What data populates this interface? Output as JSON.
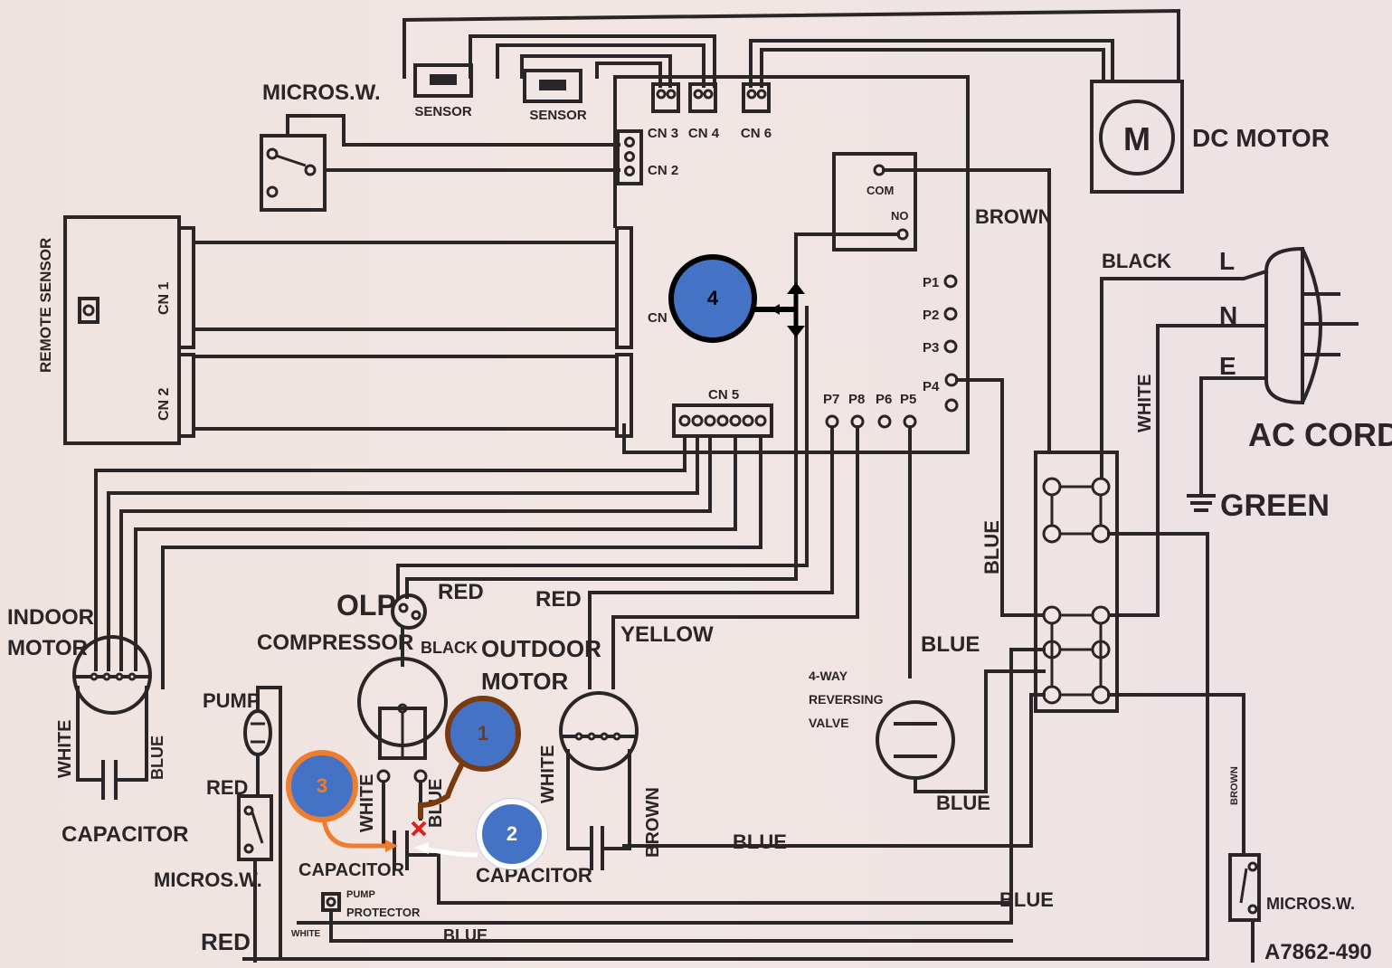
{
  "colors": {
    "paper": "#efe3df",
    "ink": "#2a2526",
    "marker_fill": "#4472c4",
    "marker_brown": "#7a3a10",
    "marker_orange": "#ed7d31",
    "marker_white": "#ffffff",
    "marker_black": "#000000",
    "x_red": "#e02020"
  },
  "labels": {
    "micros_sw_top": "MICROS.W.",
    "sensor1": "SENSOR",
    "sensor2": "SENSOR",
    "cn3": "CN 3",
    "cn4": "CN 4",
    "cn6": "CN 6",
    "cn2_top": "CN 2",
    "dc_motor_m": "M",
    "dc_motor": "DC MOTOR",
    "com": "COM",
    "no": "NO",
    "brown_top": "BROWN",
    "black_top": "BLACK",
    "l": "L",
    "n": "N",
    "e": "E",
    "white_v": "WHITE",
    "ac_cord": "AC CORD",
    "green": "GREEN",
    "remote_sensor": "REMOTE SENSOR",
    "cn1_left": "CN 1",
    "cn2_left": "CN 2",
    "cn_mid": "CN",
    "p1": "P1",
    "p2": "P2",
    "p3": "P3",
    "p4": "P4",
    "cn5": "CN 5",
    "p7": "P7",
    "p8": "P8",
    "p6": "P6",
    "p5": "P5",
    "blue_v": "BLUE",
    "indoor_motor_1": "INDOOR",
    "indoor_motor_2": "MOTOR",
    "olp": "OLP",
    "red1": "RED",
    "red2": "RED",
    "compressor": "COMPRESSOR",
    "black_comp": "BLACK",
    "outdoor_1": "OUTDOOR",
    "outdoor_2": "MOTOR",
    "yellow": "YELLOW",
    "blue_valve": "BLUE",
    "valve_1": "4-WAY",
    "valve_2": "REVERSING",
    "valve_3": "VALVE",
    "pump": "PUMP",
    "red3": "RED",
    "white_im": "WHITE",
    "blue_im": "BLUE",
    "capacitor_left": "CAPACITOR",
    "white_comp": "WHITE",
    "blue_comp": "BLUE",
    "white_om": "WHITE",
    "brown_om": "BROWN",
    "blue_valve2": "BLUE",
    "blue_mid": "BLUE",
    "micros_sw_left": "MICROS.W.",
    "capacitor_comp": "CAPACITOR",
    "capacitor_out": "CAPACITOR",
    "pump_prot_1": "PUMP",
    "pump_prot_2": "PROTECTOR",
    "white_small": "WHITE",
    "blue_bottom": "BLUE",
    "blue_bottom2": "BLUE",
    "red_bottom": "RED",
    "brown_right": "BROWN",
    "micros_sw_right": "MICROS.W.",
    "part_no": "A7862-490"
  },
  "markers": [
    {
      "label": "1"
    },
    {
      "label": "2"
    },
    {
      "label": "3"
    },
    {
      "label": "4"
    }
  ]
}
